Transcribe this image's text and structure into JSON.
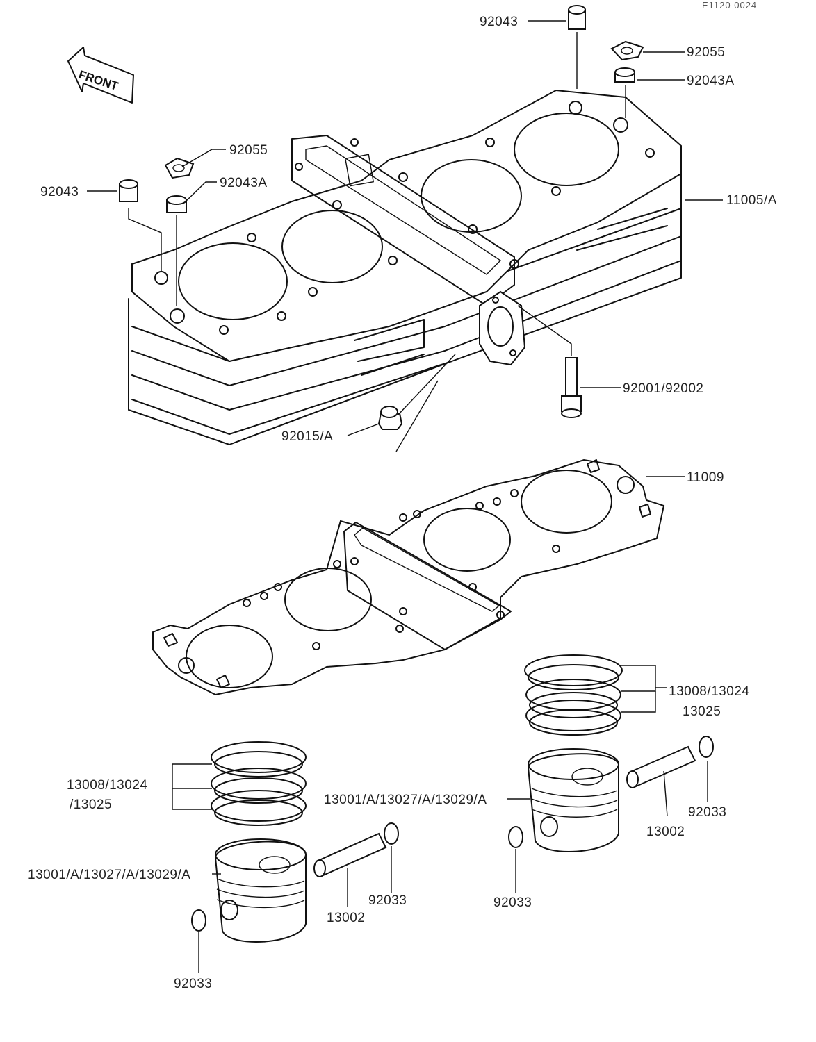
{
  "diagram": {
    "ref_code": "E1120 0024",
    "front_label": "FRONT",
    "callouts": [
      "92043",
      "92055",
      "92043A",
      "92055",
      "92043A",
      "92043",
      "11005/A",
      "92001/92002",
      "92015/A",
      "11009",
      "13008/13024",
      "13025",
      "13008/13024",
      "/13025",
      "13001/A/13027/A/13029/A",
      "13002",
      "92033",
      "92033",
      "13001/A/13027/A/13029/A",
      "92033",
      "13002",
      "92033"
    ]
  }
}
